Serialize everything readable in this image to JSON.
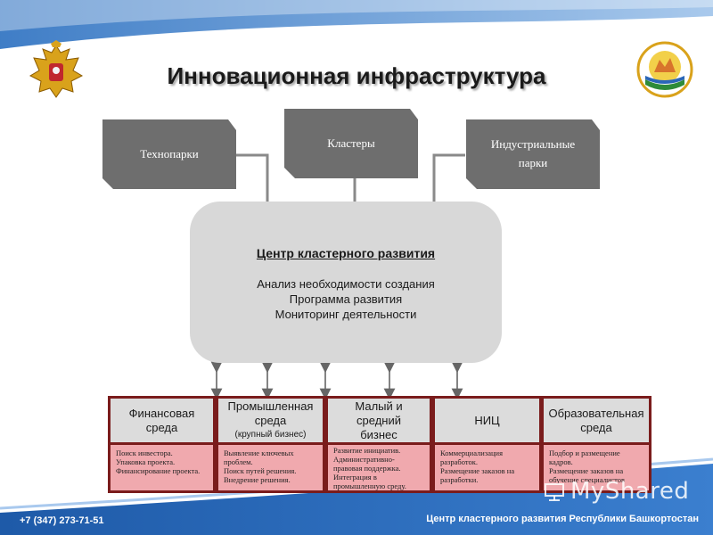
{
  "title": "Инновационная инфраструктура",
  "top_boxes": {
    "technoparks": "Технопарки",
    "clusters": "Кластеры",
    "industrial_parks": "Индустриальные парки"
  },
  "center": {
    "title": "Центр кластерного развития",
    "lines": [
      "Анализ необходимости создания",
      "Программа развития",
      "Мониторинг деятельности"
    ]
  },
  "environments": [
    {
      "title": "Финансовая среда",
      "subtitle": "",
      "items": [
        "Поиск инвестора.",
        "Упаковка проекта.",
        "Финансирование проекта."
      ]
    },
    {
      "title": "Промышленная среда",
      "subtitle": "(крупный бизнес)",
      "items": [
        "Выявление ключевых",
        "проблем.",
        "Поиск путей решения.",
        "Внедрение решения."
      ]
    },
    {
      "title": "Малый и средний бизнес",
      "subtitle": "",
      "items": [
        "Развитие инициатив.",
        "Административно-",
        "правовая поддержка.",
        "Интеграция в",
        "промышленную среду."
      ]
    },
    {
      "title": "НИЦ",
      "subtitle": "",
      "items": [
        "Коммерциализация",
        "разработок.",
        "Размещение заказов на",
        "разработки."
      ]
    },
    {
      "title": "Образовательная среда",
      "subtitle": "",
      "items": [
        "Подбор и размещение",
        "кадров.",
        "Размещение заказов на",
        "обучение специалистов"
      ]
    }
  ],
  "footer": {
    "phone": "+7 (347) 273-71-51",
    "org": "Центр кластерного развития Республики Башкортостан"
  },
  "watermark": "MyShared",
  "colors": {
    "swoosh_blue": "#1f5fb0",
    "top_box_gray": "#6e6e6e",
    "center_gray": "#d8d8d8",
    "strip_maroon": "#7a1c1c",
    "env_body_pink": "#f0a9ae"
  },
  "icons": {
    "left_emblem": "russia-coat-of-arms-icon",
    "right_emblem": "bashkortostan-emblem-icon"
  }
}
